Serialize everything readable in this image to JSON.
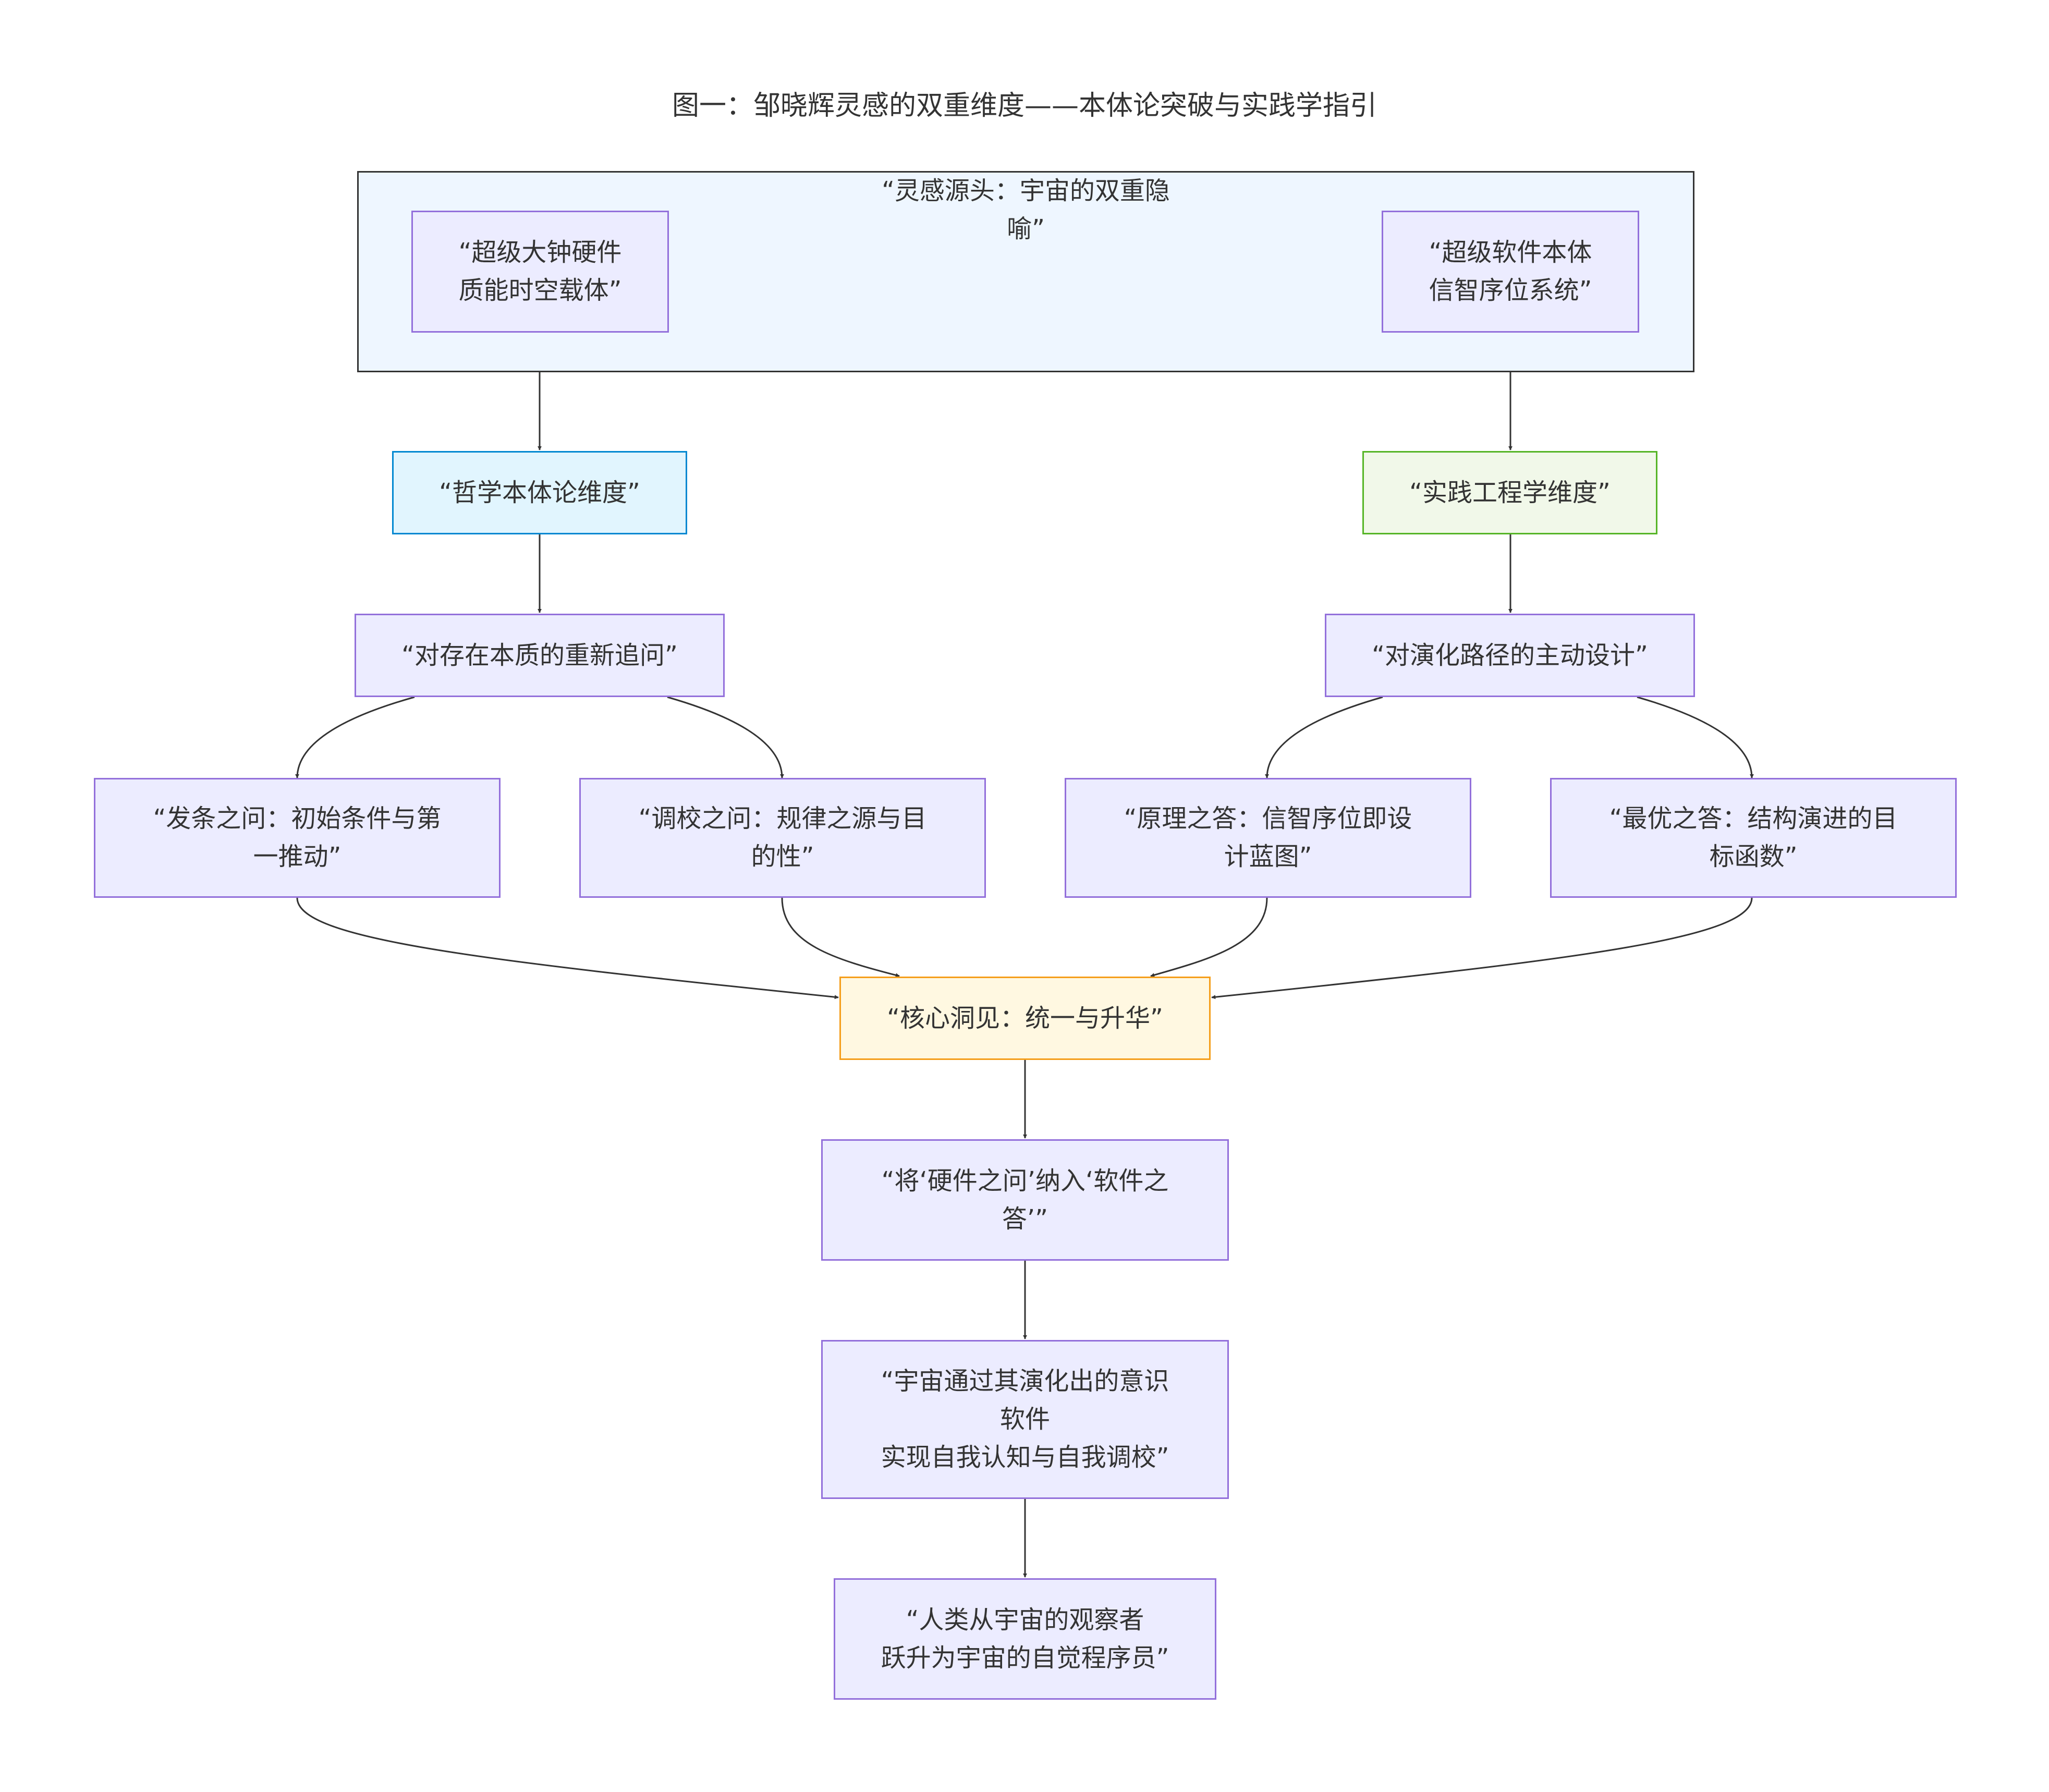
{
  "title": "图一：邹晓辉灵感的双重维度——本体论突破与实践学指引",
  "cluster": {
    "label": "“灵感源头：宇宙的双重隐\n喻”"
  },
  "nodes": {
    "hardware": "“超级大钟硬件\n质能时空载体”",
    "software": "“超级软件本体\n信智序位系统”",
    "philosophy": "“哲学本体论维度”",
    "engineering": "“实践工程学维度”",
    "existence": "“对存在本质的重新追问”",
    "evolution": "“对演化路径的主动设计”",
    "origin": "“发条之问：初始条件与第\n一推动”",
    "tuning": "“调校之问：规律之源与目\n的性”",
    "principle": "“原理之答：信智序位即设\n计蓝图”",
    "optimal": "“最优之答：结构演进的目\n标函数”",
    "core": "“核心洞见：统一与升华”",
    "integrate": "“将‘硬件之问’纳入‘软件之\n答’”",
    "consciousness": "“宇宙通过其演化出的意识\n软件\n实现自我认知与自我调校”",
    "programmer": "“人类从宇宙的观察者\n跃升为宇宙的自觉程序员”"
  },
  "colors": {
    "node_fill": "#ececff",
    "node_stroke": "#9370db",
    "philosophy_fill": "#e1f5fe",
    "philosophy_stroke": "#0288d1",
    "engineering_fill": "#f1f8e9",
    "engineering_stroke": "#56b527",
    "core_fill": "#fff8e1",
    "core_stroke": "#f59e1b",
    "cluster_fill": "#eef6ff",
    "edge": "#333333"
  }
}
